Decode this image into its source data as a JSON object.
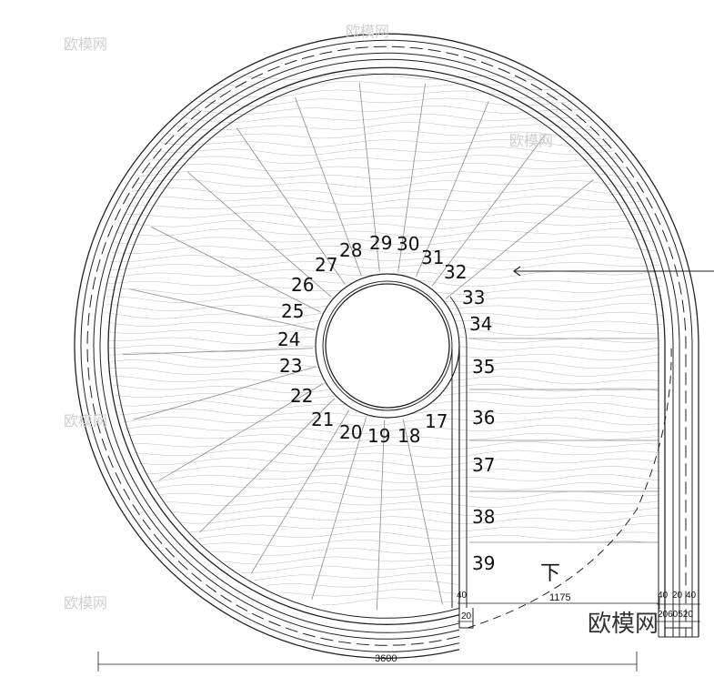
{
  "drawing": {
    "step_numbers_inner": [
      "17",
      "18",
      "19",
      "20",
      "21",
      "22",
      "23",
      "24",
      "25",
      "26",
      "27",
      "28",
      "29",
      "30",
      "31",
      "32",
      "33",
      "34"
    ],
    "step_numbers_straight": [
      "35",
      "36",
      "37",
      "38",
      "39"
    ],
    "direction_label": "下",
    "dimensions": {
      "overall_width": "3600",
      "landing_length": "1175",
      "inner_offset_top": "40",
      "inner_offset_bottom": "20",
      "right_top_a": "40",
      "right_top_b": "20",
      "right_top_c": "40",
      "right_bottom": "2060520"
    }
  },
  "watermark": {
    "brand": "欧模网"
  }
}
